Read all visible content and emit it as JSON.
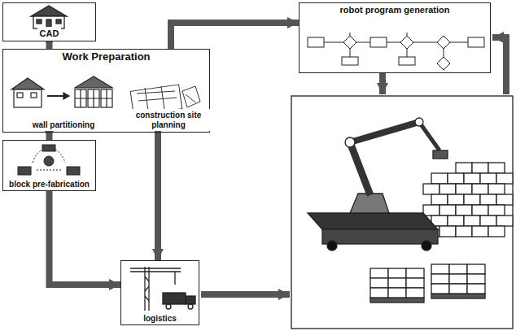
{
  "diagram": {
    "nodes": [
      {
        "text": [
          "CAD"
        ]
      },
      {
        "text": [
          "Work Preparation"
        ]
      },
      {
        "text": [
          "wall partitioning"
        ],
        "in": 1
      },
      {
        "text": [
          "construction site planning"
        ],
        "in": 1
      },
      {
        "text": [
          "block pre-fabrication"
        ]
      },
      {
        "text": [
          "robot program generation"
        ]
      },
      {
        "text": [
          "logistics"
        ]
      }
    ],
    "edges": [
      {
        "from": 0,
        "to": 1,
        "arrow": "to"
      },
      {
        "from": 1,
        "to": 4,
        "arrow": "to"
      },
      {
        "from": 4,
        "to": 6,
        "arrow": "to"
      },
      {
        "from": 3,
        "to": 6,
        "arrow": "to"
      },
      {
        "from": 1,
        "to": 5,
        "arrow": "to"
      }
    ]
  }
}
